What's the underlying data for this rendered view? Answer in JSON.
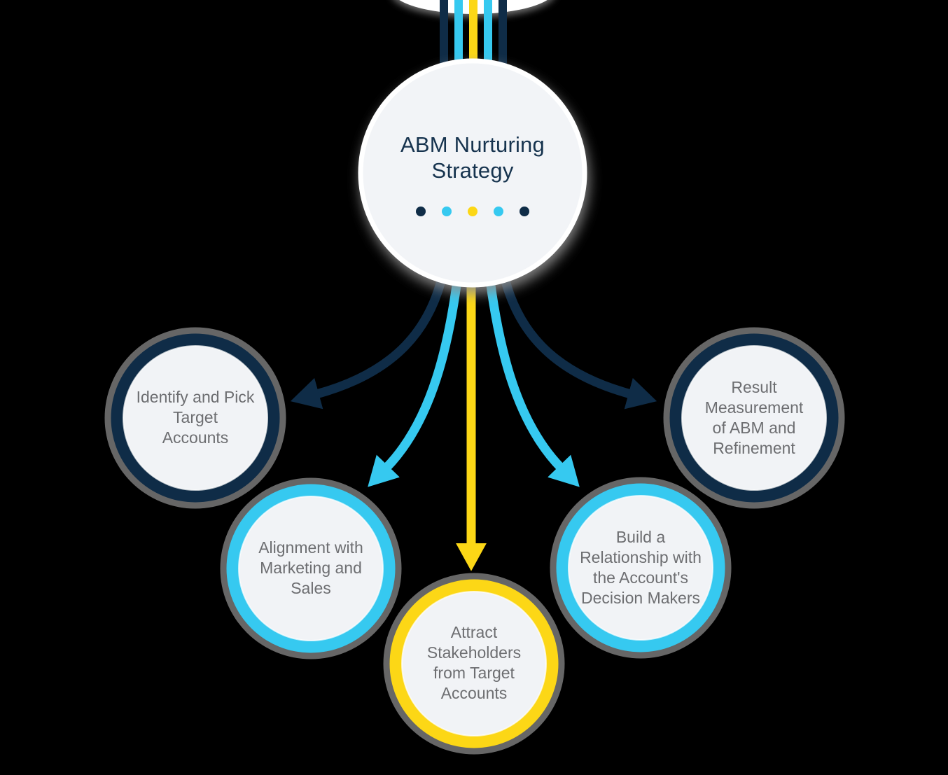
{
  "diagram": {
    "type": "hub-and-spoke",
    "background_color": "#000000",
    "hub": {
      "title": "ABM Nurturing Strategy",
      "title_lines": [
        "ABM Nurturing",
        "Strategy"
      ],
      "title_color": "#16334e",
      "fill_color": "#f2f4f7",
      "dots": [
        {
          "name": "dot-1",
          "color": "#0f2c47"
        },
        {
          "name": "dot-2",
          "color": "#36c9f0"
        },
        {
          "name": "dot-3",
          "color": "#fcd716"
        },
        {
          "name": "dot-4",
          "color": "#36c9f0"
        },
        {
          "name": "dot-5",
          "color": "#0f2c47"
        }
      ]
    },
    "nodes": [
      {
        "id": "identify-target-accounts",
        "label": "Identify and Pick Target Accounts",
        "lines": [
          "Identify and Pick",
          "Target",
          "Accounts"
        ],
        "ring_color": "#0f2c47",
        "position": "far-left"
      },
      {
        "id": "alignment-marketing-sales",
        "label": "Alignment with Marketing and Sales",
        "lines": [
          "Alignment with",
          "Marketing and",
          "Sales"
        ],
        "ring_color": "#36c9f0",
        "position": "mid-left"
      },
      {
        "id": "attract-stakeholders",
        "label": "Attract Stakeholders from Target Accounts",
        "lines": [
          "Attract",
          "Stakeholders",
          "from Target",
          "Accounts"
        ],
        "ring_color": "#fcd716",
        "position": "bottom-center"
      },
      {
        "id": "build-relationship",
        "label": "Build a Relationship with the Account's Decision Makers",
        "lines": [
          "Build a",
          "Relationship with",
          "the Account's",
          "Decision Makers"
        ],
        "ring_color": "#36c9f0",
        "position": "mid-right"
      },
      {
        "id": "result-measurement",
        "label": "Result Measurement of ABM and Refinement",
        "lines": [
          "Result",
          "Measurement",
          "of ABM and",
          "Refinement"
        ],
        "ring_color": "#0f2c47",
        "position": "far-right"
      }
    ],
    "colors": {
      "navy": "#0f2c47",
      "cyan": "#36c9f0",
      "yellow": "#fcd716",
      "gray_ring": "#666666",
      "node_fill": "#f1f3f6",
      "node_text": "#6d6e71"
    }
  }
}
